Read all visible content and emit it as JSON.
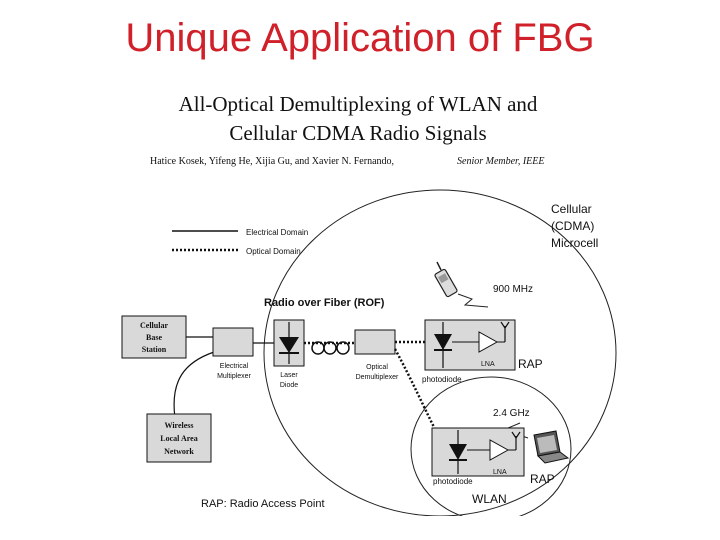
{
  "slide": {
    "title": "Unique Application of FBG"
  },
  "paper": {
    "title_line1": "All-Optical Demultiplexing of WLAN and",
    "title_line2": "Cellular CDMA Radio Signals",
    "authors": "Hatice Kosek, Yifeng He, Xijia Gu, and Xavier N. Fernando,",
    "author_note": "Senior Member, IEEE"
  },
  "legend": {
    "electrical": "Electrical Domain",
    "optical": "Optical Domain"
  },
  "labels": {
    "cellular_line1": "Cellular",
    "cellular_line2": "(CDMA)",
    "cellular_line3": "Microcell",
    "freq_900": "900 MHz",
    "rof": "Radio over Fiber (ROF)",
    "base_line1": "Cellular",
    "base_line2": "Base",
    "base_line3": "Station",
    "elec_mux_line1": "Electrical",
    "elec_mux_line2": "Multiplexer",
    "laser_line1": "Laser",
    "laser_line2": "Diode",
    "opt_demux_line1": "Optical",
    "opt_demux_line2": "Demultiplexer",
    "photodiode_top": "photodiode",
    "lna_top": "LNA",
    "rap_top": "RAP",
    "freq_24": "2.4 GHz",
    "wlan_line1": "Wireless",
    "wlan_line2": "Local Area",
    "wlan_line3": "Network",
    "lna_bottom": "LNA",
    "photodiode_bottom": "photodiode",
    "rap_bottom": "RAP",
    "wlan_cell": "WLAN",
    "rap_def": "RAP: Radio Access Point"
  },
  "colors": {
    "title_red": "#d0202a",
    "box_fill": "#d9d9d9",
    "line": "#111111"
  }
}
